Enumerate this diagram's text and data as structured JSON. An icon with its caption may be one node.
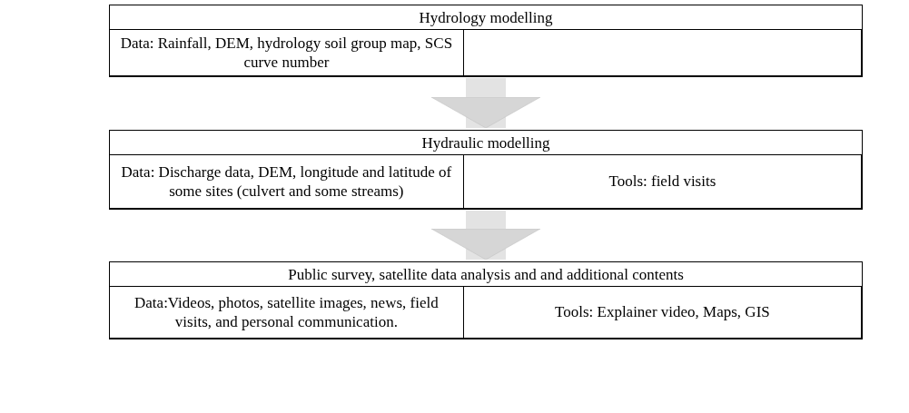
{
  "diagram": {
    "nodes": [
      {
        "text": [
          "Hydrology modelling"
        ]
      },
      {
        "text": [
          "Data: Rainfall, DEM, hydrology soil group map, SCS curve number"
        ],
        "in": 0
      },
      {
        "text": [],
        "shape": "box",
        "in": 0
      },
      {
        "text": [
          "Hydraulic modelling"
        ]
      },
      {
        "text": [
          "Data: Discharge data, DEM, longitude and latitude of some sites (culvert and some streams)"
        ],
        "in": 3
      },
      {
        "text": [
          "Tools: field visits"
        ],
        "in": 3
      },
      {
        "text": [
          "Public survey, satellite data analysis and and additional contents"
        ]
      },
      {
        "text": [
          "Data:Videos, photos, satellite images, news, field visits, and personal communication."
        ],
        "in": 6
      },
      {
        "text": [
          "Tools: Explainer video, Maps, GIS"
        ],
        "in": 6
      }
    ],
    "edges": [
      {
        "from": 0,
        "to": 3,
        "arrow": "to"
      },
      {
        "from": 3,
        "to": 6,
        "arrow": "to"
      }
    ]
  }
}
